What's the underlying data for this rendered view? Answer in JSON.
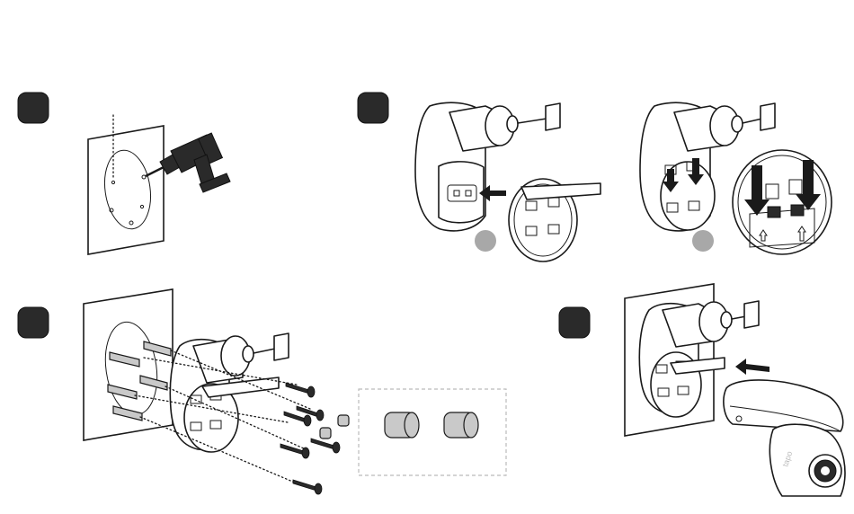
{
  "steps": [
    {
      "id": "step-1",
      "panel": "drill-wall"
    },
    {
      "id": "step-2",
      "panel": "attach-mount-plate"
    },
    {
      "id": "step-3",
      "panel": "secure-with-screws"
    },
    {
      "id": "step-4",
      "panel": "slide-camera-onto-mount"
    }
  ],
  "product": {
    "brand_label": "tapo"
  },
  "colors": {
    "line": "#1a1a1a",
    "step_badge": "#2a2a2a",
    "sub_step_badge": "#a8a8a8",
    "inset_border": "#bbbbbb",
    "anchor_fill": "#c9c9c9"
  },
  "icons": [
    "drill-icon",
    "screw-icon",
    "wall-anchor-icon",
    "arrow-icon",
    "camera-icon"
  ]
}
